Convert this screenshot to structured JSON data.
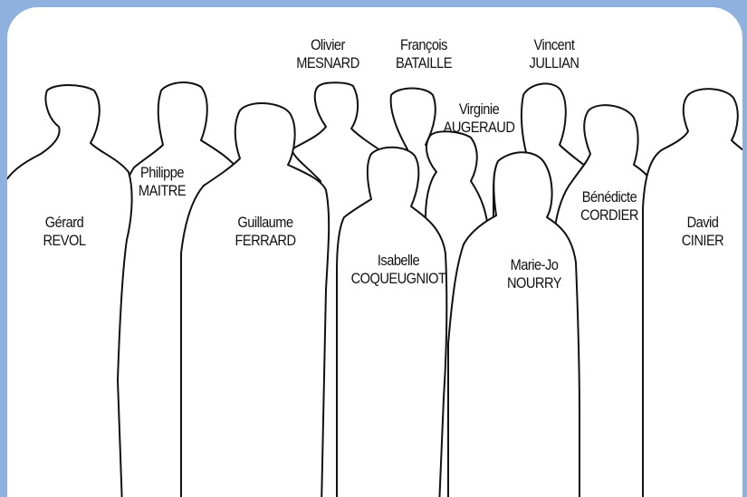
{
  "people": [
    {
      "id": "gerard-revol",
      "first": "Gérard",
      "last": "REVOL"
    },
    {
      "id": "philippe-maitre",
      "first": "Philippe",
      "last": "MAITRE"
    },
    {
      "id": "guillaume-ferrard",
      "first": "Guillaume",
      "last": "FERRARD"
    },
    {
      "id": "olivier-mesnard",
      "first": "Olivier",
      "last": "MESNARD"
    },
    {
      "id": "francois-bataille",
      "first": "François",
      "last": "BATAILLE"
    },
    {
      "id": "virginie-augeraud",
      "first": "Virginie",
      "last": "AUGERAUD"
    },
    {
      "id": "vincent-jullian",
      "first": "Vincent",
      "last": "JULLIAN"
    },
    {
      "id": "isabelle-coqueugniot",
      "first": "Isabelle",
      "last": "COQUEUGNIOT"
    },
    {
      "id": "marie-jo-nourry",
      "first": "Marie-Jo",
      "last": "NOURRY"
    },
    {
      "id": "benedicte-cordier",
      "first": "Bénédicte",
      "last": "CORDIER"
    },
    {
      "id": "david-cinier",
      "first": "David",
      "last": "CINIER"
    }
  ],
  "colors": {
    "frame": "#8fb1e0",
    "panel": "#ffffff",
    "outline": "#111111",
    "text": "#111111"
  }
}
